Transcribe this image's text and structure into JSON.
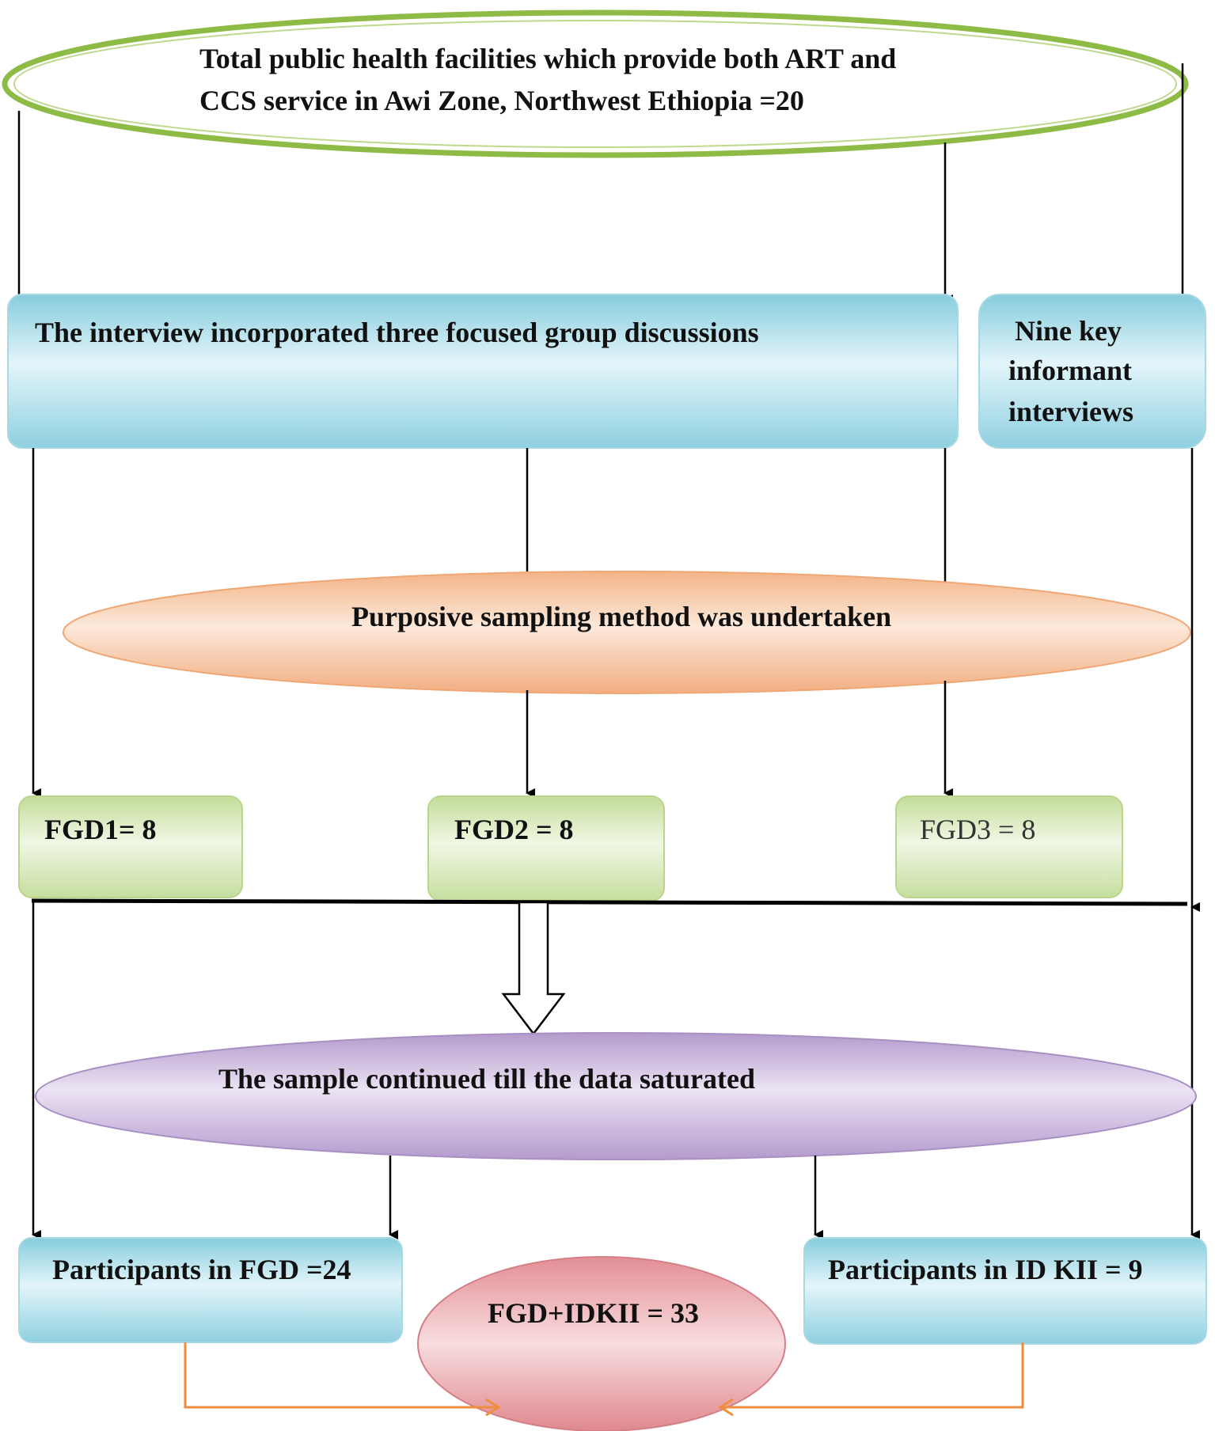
{
  "diagram": {
    "top": {
      "line1": "Total public health facilities which provide both ART and",
      "line2": "CCS service in Awi Zone, Northwest Ethiopia =20"
    },
    "fgd_box": "The interview incorporated three focused group discussions",
    "kii_box": {
      "line1": "Nine key",
      "line2": "informant",
      "line3": "interviews"
    },
    "sampling": "Purposive sampling method was undertaken",
    "fgd1": "FGD1= 8",
    "fgd2": "FGD2 = 8",
    "fgd3": "FGD3 = 8",
    "saturation": "The sample continued till the data saturated",
    "participants_fgd": "Participants in FGD =24",
    "participants_kii": "Participants in ID KII = 9",
    "total": "FGD+IDKII = 33"
  },
  "colors": {
    "green_border": "#8DBB46",
    "blue_fill": "#A9DCE8",
    "orange_fill": "#F6C6A4",
    "green_fill": "#D3E6B5",
    "purple_fill": "#C6B2D8",
    "pink_fill": "#E8A3A8",
    "orange_arrow": "#EE8E3E"
  }
}
